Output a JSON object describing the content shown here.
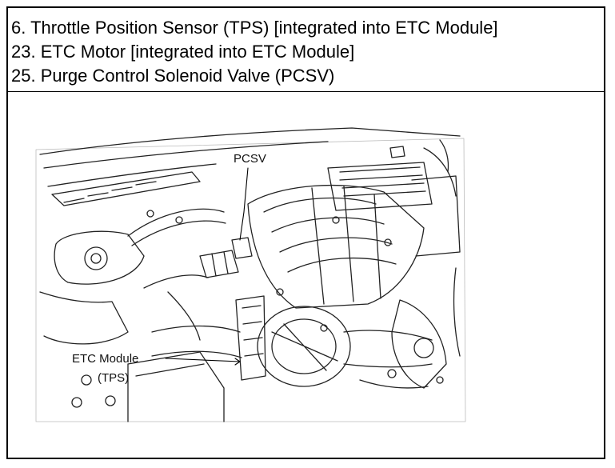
{
  "legend": {
    "items": [
      "6. Throttle Position Sensor (TPS) [integrated into ETC Module]",
      "23. ETC Motor [integrated into ETC Module]",
      "25. Purge Control Solenoid Valve (PCSV)"
    ]
  },
  "diagram": {
    "callouts": {
      "pcsv": "PCSV",
      "etc_module": "ETC Module",
      "tps": "(TPS)"
    }
  },
  "colors": {
    "line": "#000000",
    "background": "#ffffff"
  }
}
